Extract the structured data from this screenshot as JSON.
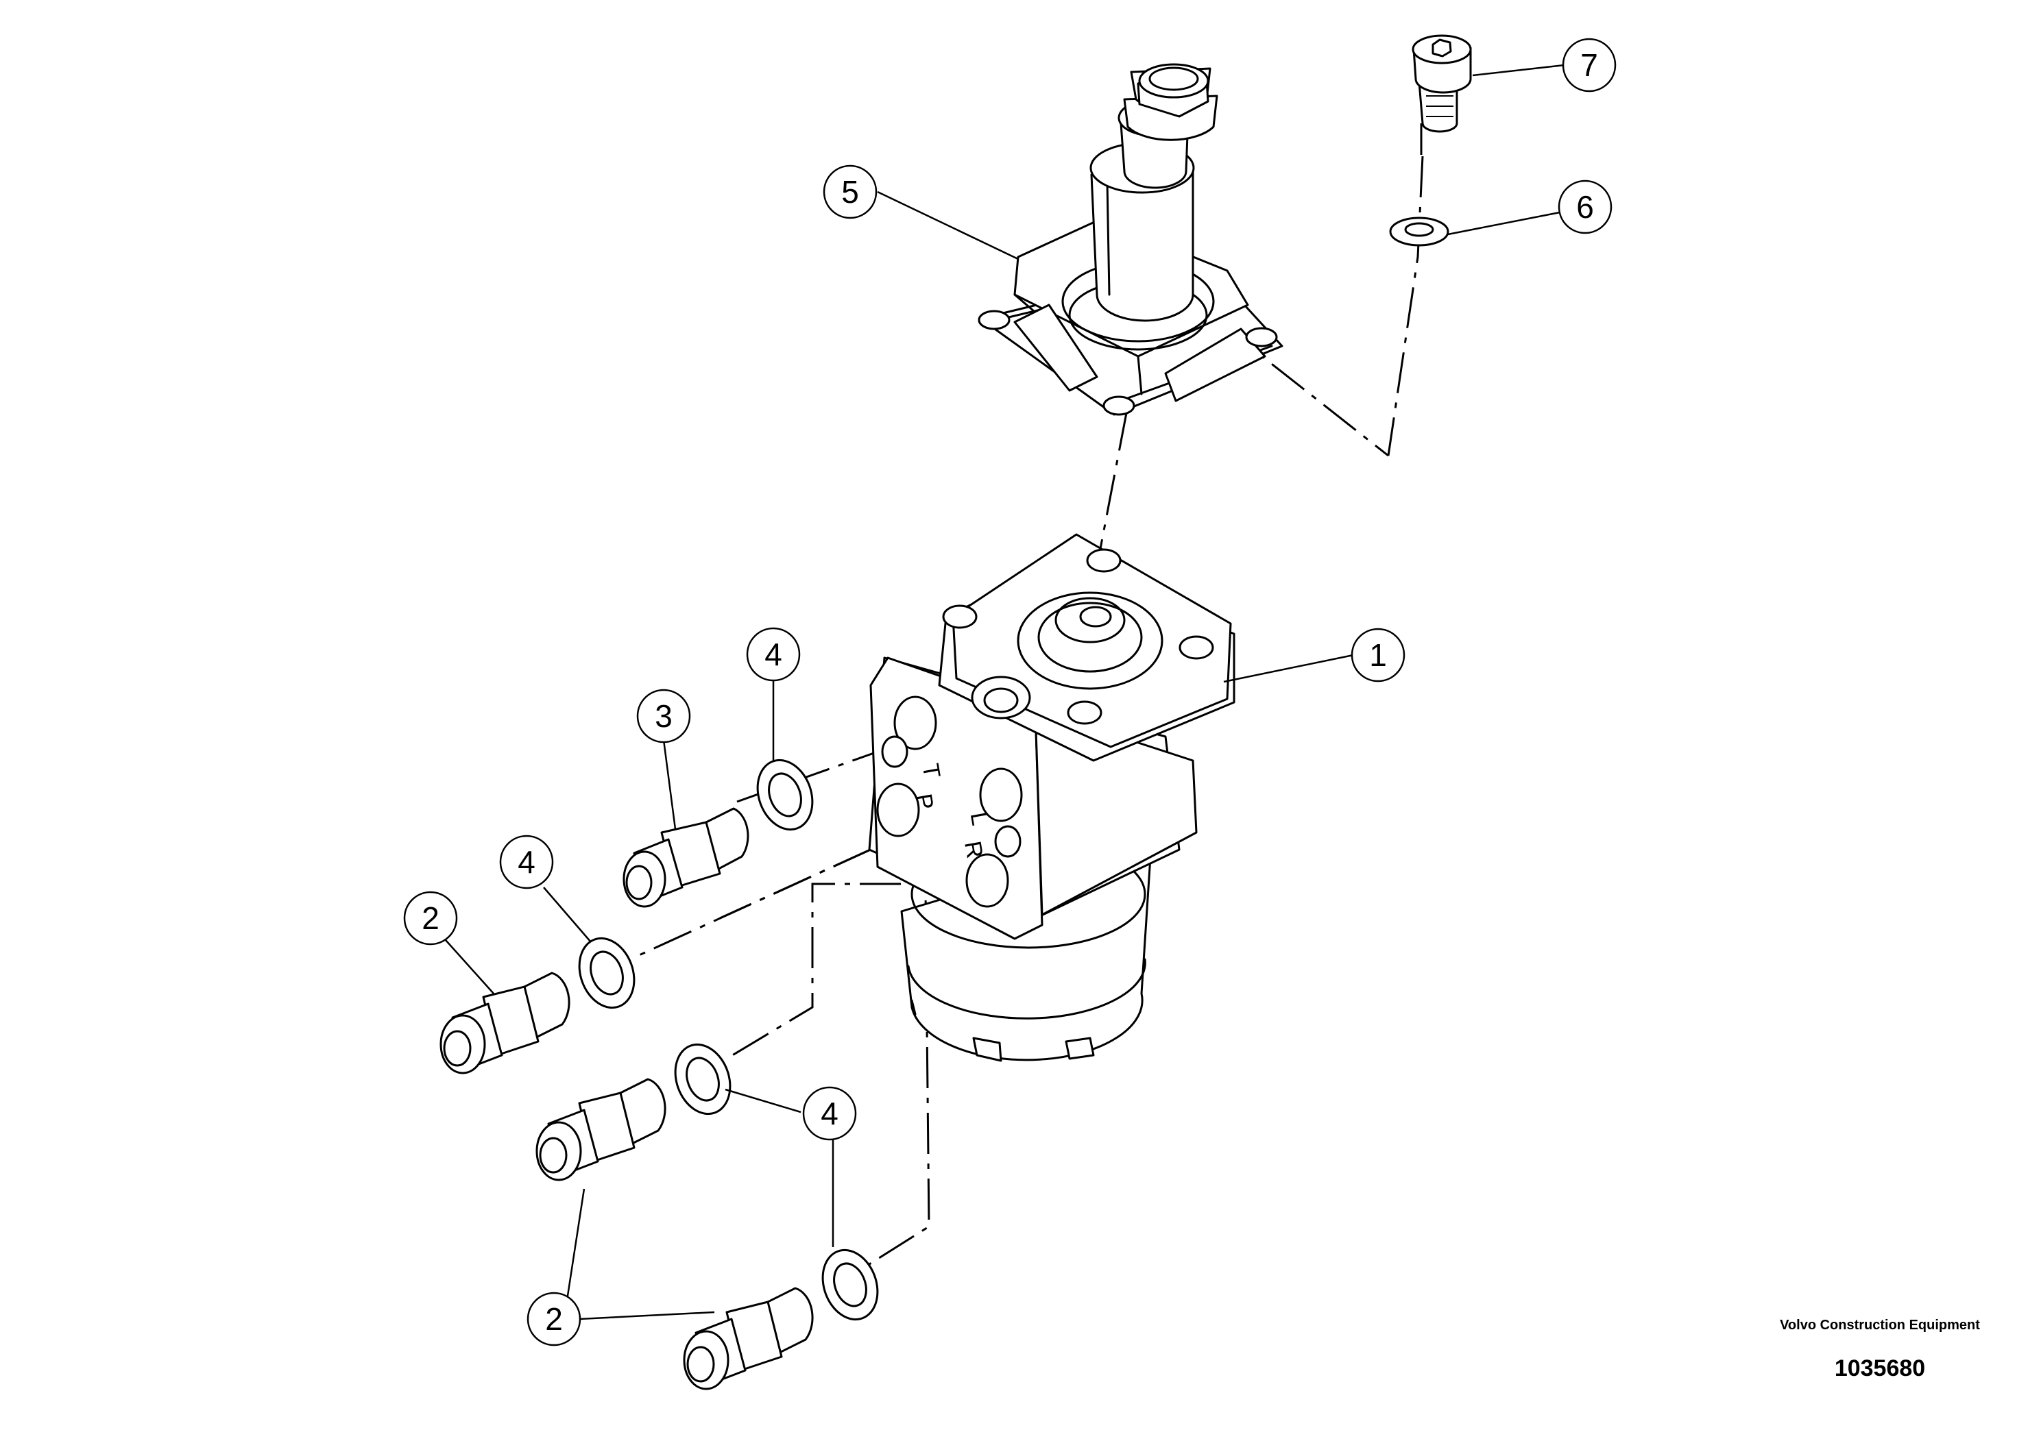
{
  "diagram": {
    "callouts": [
      {
        "id": "1",
        "label": "1"
      },
      {
        "id": "2a",
        "label": "2"
      },
      {
        "id": "2b",
        "label": "2"
      },
      {
        "id": "3",
        "label": "3"
      },
      {
        "id": "4a",
        "label": "4"
      },
      {
        "id": "4b",
        "label": "4"
      },
      {
        "id": "4c",
        "label": "4"
      },
      {
        "id": "5",
        "label": "5"
      },
      {
        "id": "6",
        "label": "6"
      },
      {
        "id": "7",
        "label": "7"
      }
    ],
    "port_letters": [
      "T",
      "P",
      "L",
      "R"
    ]
  },
  "credit": {
    "company": "Volvo Construction Equipment",
    "image_id": "1035680"
  }
}
